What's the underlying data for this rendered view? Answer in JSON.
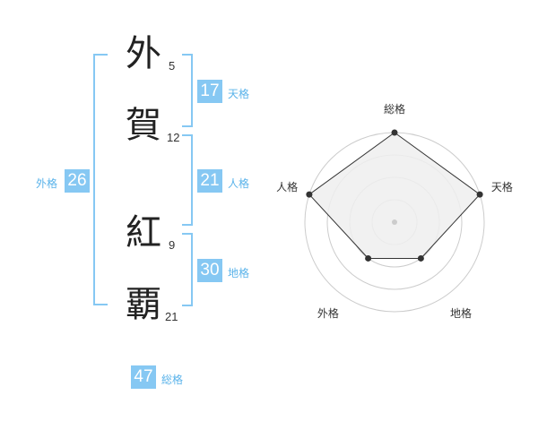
{
  "name": {
    "chars": [
      {
        "char": "外",
        "strokes": "5"
      },
      {
        "char": "賀",
        "strokes": "12"
      },
      {
        "char": "紅",
        "strokes": "9"
      },
      {
        "char": "覇",
        "strokes": "21"
      }
    ]
  },
  "fortunes": {
    "tenkaku": {
      "value": "17",
      "label": "天格"
    },
    "jinkaku": {
      "value": "21",
      "label": "人格"
    },
    "chikaku": {
      "value": "30",
      "label": "地格"
    },
    "gaikaku": {
      "value": "26",
      "label": "外格"
    },
    "soukaku": {
      "value": "47",
      "label": "総格"
    }
  },
  "chart_data": {
    "type": "radar",
    "axes": [
      "総格",
      "天格",
      "地格",
      "外格",
      "人格"
    ],
    "values": [
      4,
      4,
      2,
      2,
      4
    ],
    "range": [
      0,
      4
    ],
    "rings": 4,
    "colors": {
      "fill": "#efefef",
      "line": "#333333",
      "grid": "#cccccc",
      "point": "#333333"
    }
  },
  "colors": {
    "accent": "#86c8f3",
    "label": "#5ab3ea"
  }
}
